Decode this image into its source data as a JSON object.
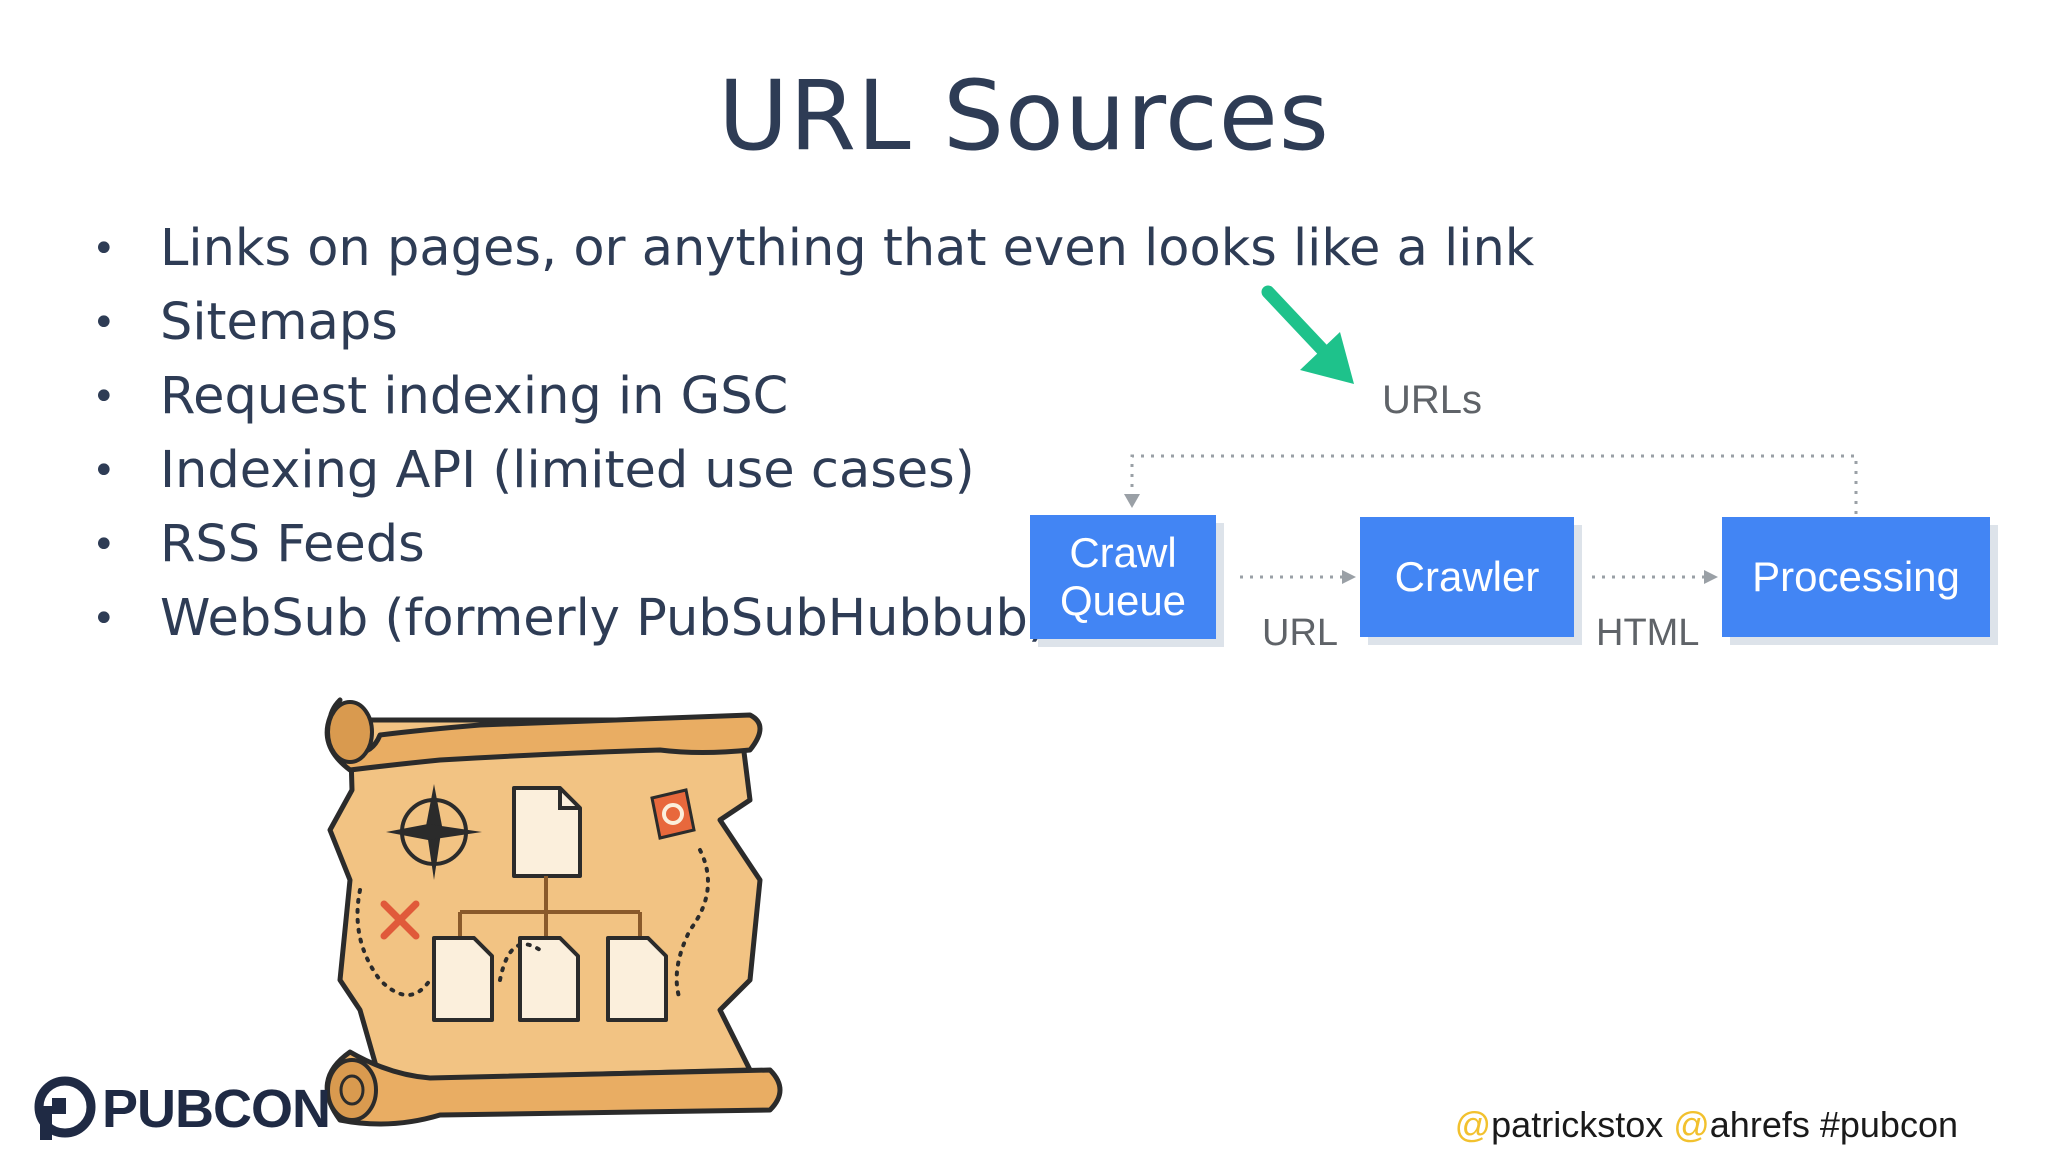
{
  "slide": {
    "title": "URL Sources",
    "bullets": [
      "Links on pages, or anything that even looks like a link",
      "Sitemaps",
      "Request indexing in GSC",
      "Indexing API (limited use cases)",
      "RSS Feeds",
      "WebSub (formerly PubSubHubbub)"
    ]
  },
  "diagram": {
    "urls_label": "URLs",
    "crawl_queue_line1": "Crawl",
    "crawl_queue_line2": "Queue",
    "crawler_label": "Crawler",
    "processing_label": "Processing",
    "url_label": "URL",
    "html_label": "HTML",
    "box_color": "#4285f4",
    "arrow_color": "#1ec28b"
  },
  "logo": {
    "text": "PUBCON"
  },
  "footer": {
    "at1": "@",
    "handle1": "patrickstox",
    "at2": "@",
    "handle2": "ahrefs",
    "hashtag": "#pubcon"
  }
}
